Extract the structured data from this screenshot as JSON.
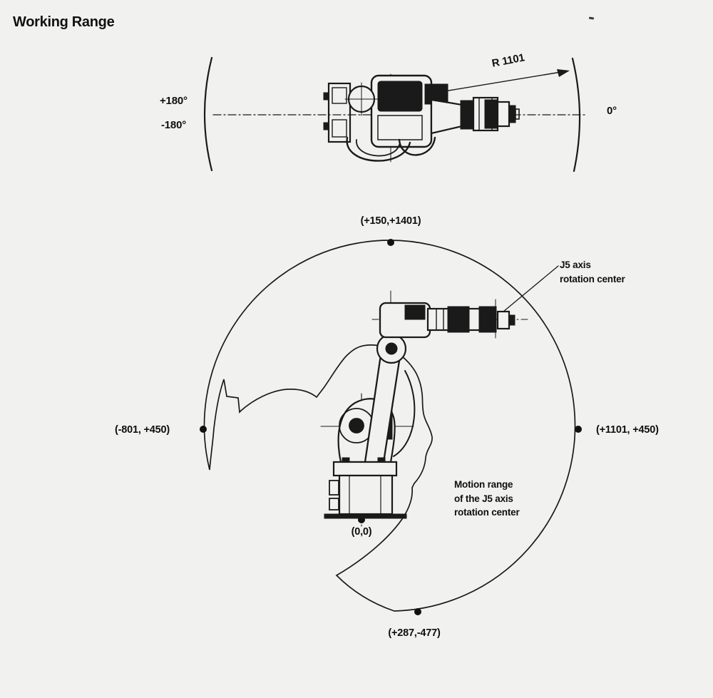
{
  "title": "Working Range",
  "colors": {
    "background": "#f1f1f0",
    "ink": "#1a1a1a",
    "text": "#0f0f0f"
  },
  "top_view": {
    "label_plus180": "+180°",
    "label_minus180": "-180°",
    "label_zero": "0°",
    "radius_label": "R 1101"
  },
  "side_view": {
    "coord_top": "(+150,+1401)",
    "coord_left": "(-801, +450)",
    "coord_right": "(+1101, +450)",
    "coord_origin": "(0,0)",
    "coord_bottom": "(+287,-477)",
    "j5_label_line1": "J5 axis",
    "j5_label_line2": "rotation center",
    "motion_label_line1": "Motion range",
    "motion_label_line2": "of the J5 axis",
    "motion_label_line3": "rotation center"
  }
}
